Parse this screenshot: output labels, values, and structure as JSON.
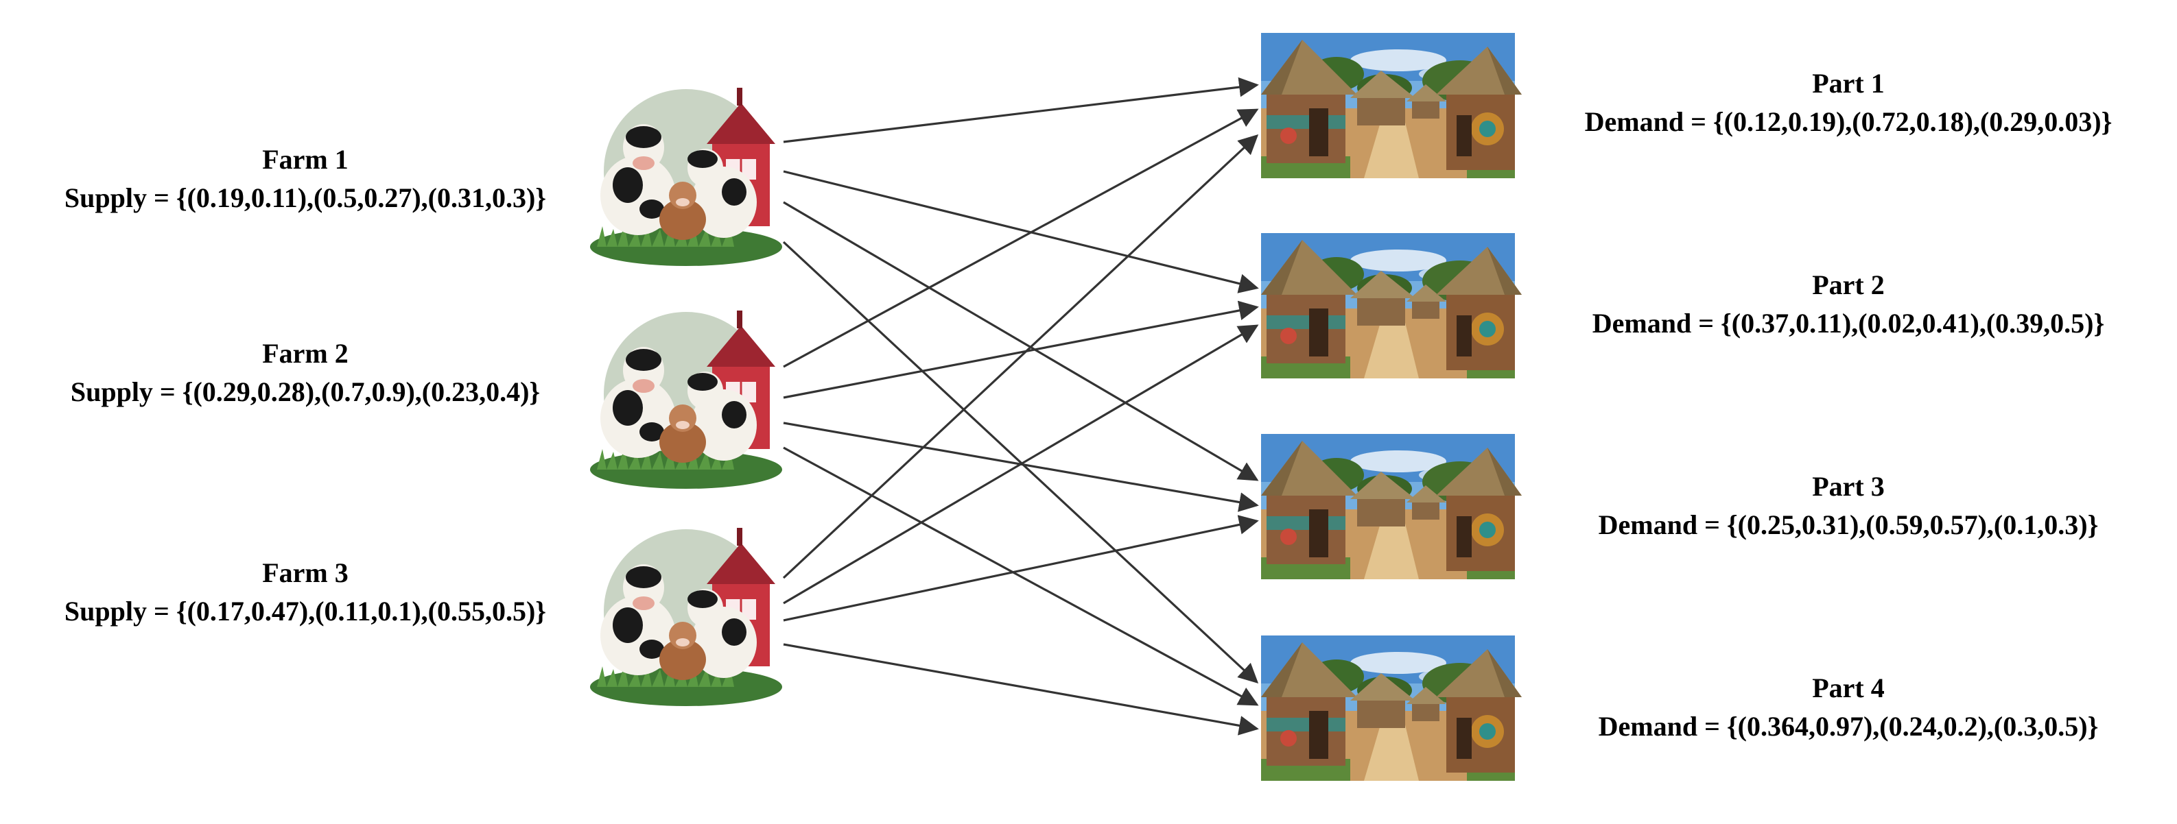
{
  "farms": [
    {
      "name": "Farm 1",
      "supply": "Supply = {(0.19,0.11),(0.5,0.27),(0.31,0.3)}"
    },
    {
      "name": "Farm 2",
      "supply": "Supply = {(0.29,0.28),(0.7,0.9),(0.23,0.4)}"
    },
    {
      "name": "Farm 3",
      "supply": "Supply = {(0.17,0.47),(0.11,0.1),(0.55,0.5)}"
    }
  ],
  "parts": [
    {
      "name": "Part 1",
      "demand": "Demand = {(0.12,0.19),(0.72,0.18),(0.29,0.03)}"
    },
    {
      "name": "Part 2",
      "demand": "Demand = {(0.37,0.11),(0.02,0.41),(0.39,0.5)}"
    },
    {
      "name": "Part 3",
      "demand": "Demand = {(0.25,0.31),(0.59,0.57),(0.1,0.3)}"
    },
    {
      "name": "Part 4",
      "demand": "Demand = {(0.364,0.97),(0.24,0.2),(0.3,0.5)}"
    }
  ],
  "icons": {
    "farm": "farm-cows-barn-illustration",
    "village": "village-huts-photo"
  },
  "colors": {
    "arrow": "#333333"
  }
}
